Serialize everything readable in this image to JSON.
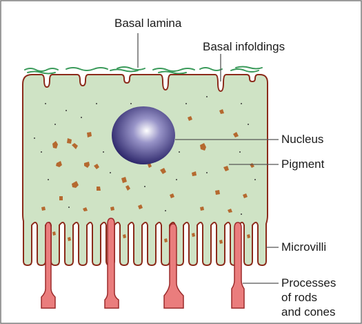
{
  "labels": {
    "basal_lamina": "Basal lamina",
    "basal_infoldings": "Basal infoldings",
    "nucleus": "Nucleus",
    "pigment": "Pigment",
    "microvilli": "Microvilli",
    "processes_line1": "Processes",
    "processes_line2": "of rods",
    "processes_line3": "and cones"
  },
  "colors": {
    "cell_fill": "#cfe3c5",
    "cell_outline": "#8b2a1a",
    "pigment": "#b5692f",
    "nucleus_dark": "#2a2468",
    "nucleus_light": "#ffffff",
    "lamina": "#3a9a5a",
    "rod_fill": "#ea7d7d",
    "rod_outline": "#9a2a2a",
    "leader_line": "#555555"
  }
}
